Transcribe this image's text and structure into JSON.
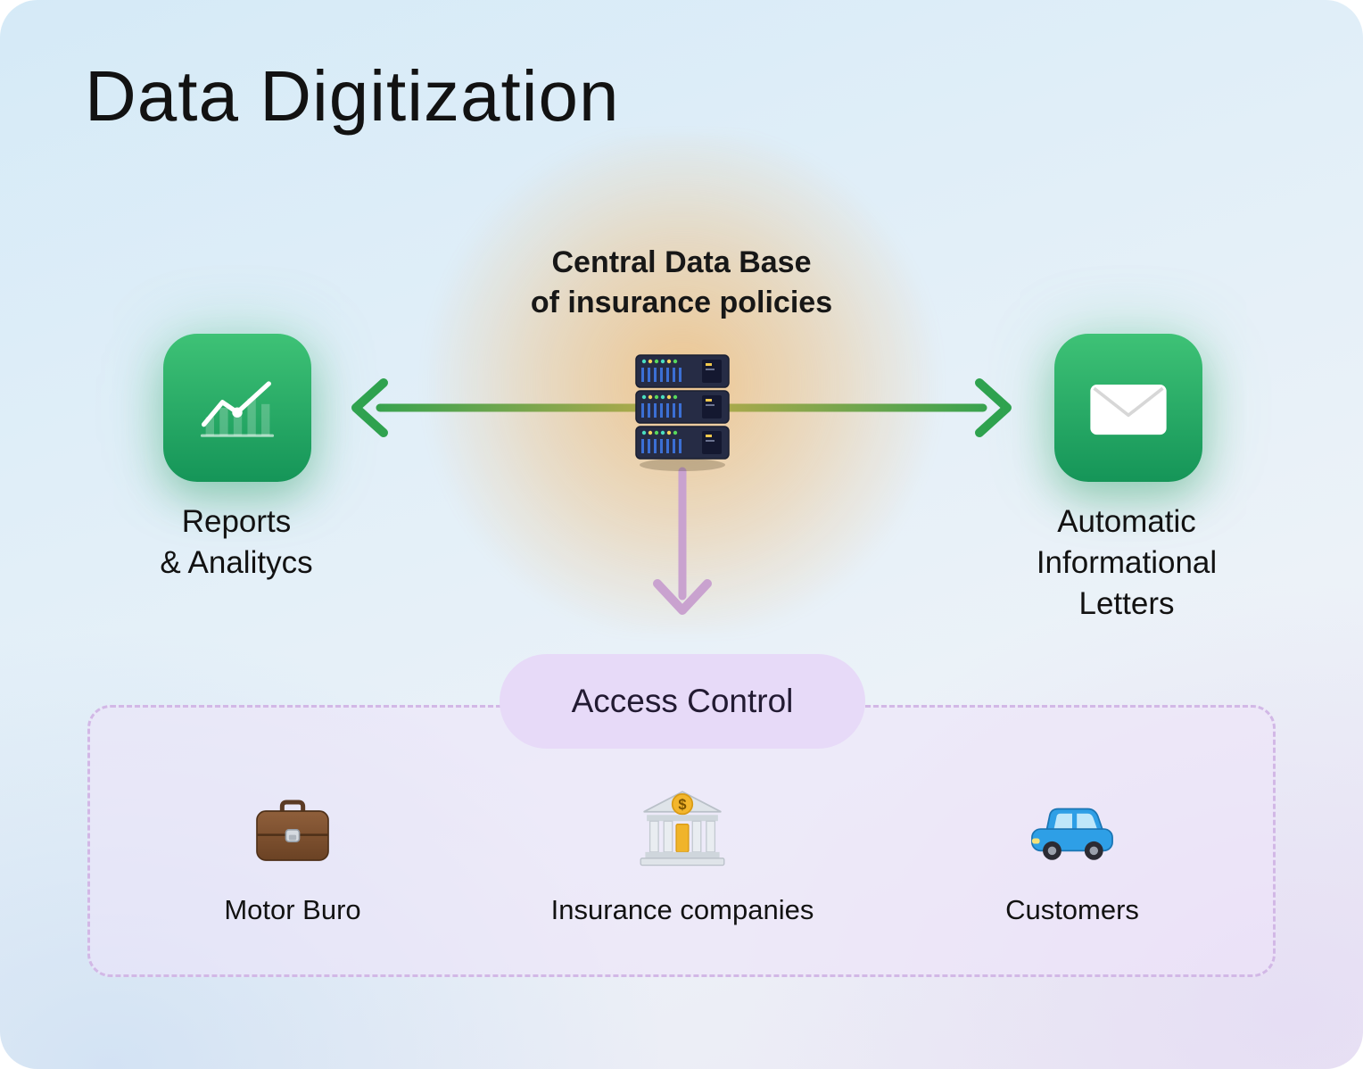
{
  "title": "Data Digitization",
  "center": {
    "line1": "Central Data Base",
    "line2": "of insurance policies",
    "icon": "server-stack-icon"
  },
  "nodes": {
    "reports": {
      "line1": "Reports",
      "line2": "& Analitycs",
      "icon": "line-chart-icon"
    },
    "letters": {
      "line1": "Automatic",
      "line2": "Informational",
      "line3": "Letters",
      "icon": "envelope-icon"
    }
  },
  "access_control": {
    "label": "Access Control"
  },
  "access_items": [
    {
      "label": "Motor Buro",
      "icon": "briefcase-icon"
    },
    {
      "label": "Insurance companies",
      "icon": "bank-icon"
    },
    {
      "label": "Customers",
      "icon": "car-icon"
    }
  ],
  "colors": {
    "accent_green": "#23a45c",
    "icon_green_top": "#3ec276",
    "icon_green_bottom": "#159558",
    "arrow_green": "#2fa24f",
    "arrow_purple": "#c9a2cf",
    "glow_orange": "#f6a33a",
    "pill_background": "#e7daf8",
    "dashed_border": "#d2b8e6",
    "text_dark": "#121212"
  }
}
